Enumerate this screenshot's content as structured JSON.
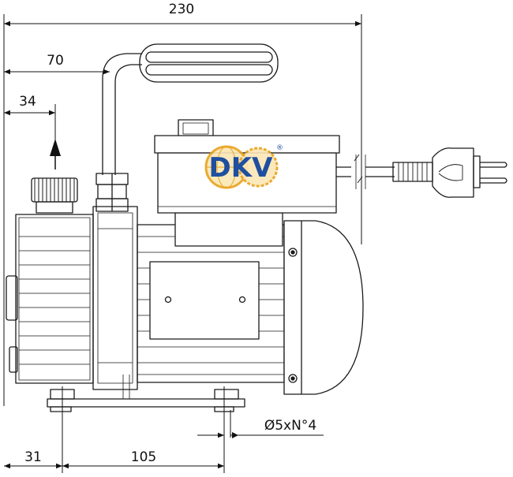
{
  "drawing": {
    "dimensions": {
      "overall_width": "230",
      "handle_offset": "70",
      "outlet_offset": "34",
      "foot_left_offset": "31",
      "foot_spacing": "105",
      "mount_holes": "Ø5xN°4"
    },
    "logo": {
      "brand": "DKV",
      "registered_mark": "®"
    },
    "colors": {
      "line": "#1a1a1a",
      "logo_blue": "#1f4fa0",
      "logo_orange": "#e8a21c"
    }
  }
}
